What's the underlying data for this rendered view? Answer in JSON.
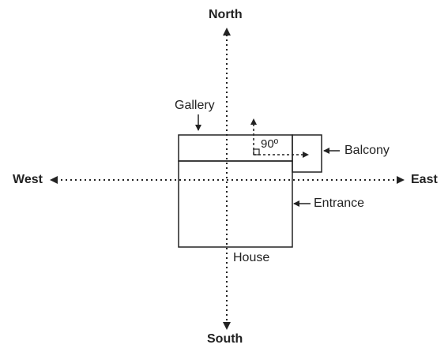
{
  "compass": {
    "north": "North",
    "south": "South",
    "east": "East",
    "west": "West"
  },
  "labels": {
    "gallery": "Gallery",
    "balcony": "Balcony",
    "entrance": "Entrance",
    "house": "House",
    "angle": "90º"
  },
  "colors": {
    "line": "#222222",
    "background": "#ffffff"
  }
}
